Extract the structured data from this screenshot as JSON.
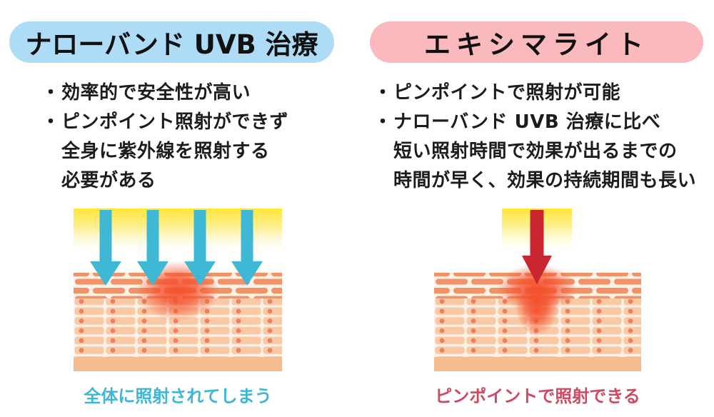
{
  "colors": {
    "left_header_bg": "#aedcf7",
    "right_header_bg": "#f9b9bd",
    "heading_text": "#111111",
    "body_text": "#1c1c1c",
    "uvb_arrow_cyan": "#3eb8d5",
    "excimer_arrow_red": "#c9252e",
    "light_beam_yellow": "#ffe636",
    "skin_gap_cream": "#fcf1e6",
    "skin_surface_pill": "#f29266",
    "skin_cell_fill": "#f9c8a4",
    "skin_cell_dot": "#ed8060",
    "skin_base_band": "#f5bc92",
    "irradiation_glow": "#f3502c",
    "left_caption_color": "#3db6d8",
    "right_caption_color": "#ce4a63"
  },
  "left_panel": {
    "title": "ナローバンド UVB 治療",
    "bullets": [
      {
        "marker": "・",
        "text": "効率的で安全性が高い"
      },
      {
        "marker": "・",
        "text": "ピンポイント照射ができず"
      },
      {
        "marker": "",
        "text": "全身に紫外線を照射する"
      },
      {
        "marker": "",
        "text": "必要がある"
      }
    ],
    "caption": "全体に照射されてしまう",
    "arrow_count": 4
  },
  "right_panel": {
    "title": "エキシマライト",
    "bullets": [
      {
        "marker": "・",
        "text": "ピンポイントで照射が可能"
      },
      {
        "marker": "・",
        "text": "ナローバンド UVB 治療に比べ"
      },
      {
        "marker": "",
        "text": "短い照射時間で効果が出るまでの"
      },
      {
        "marker": "",
        "text": "時間が早く、効果の持続期間も長い"
      }
    ],
    "caption": "ピンポイントで照射できる",
    "arrow_count": 1
  }
}
